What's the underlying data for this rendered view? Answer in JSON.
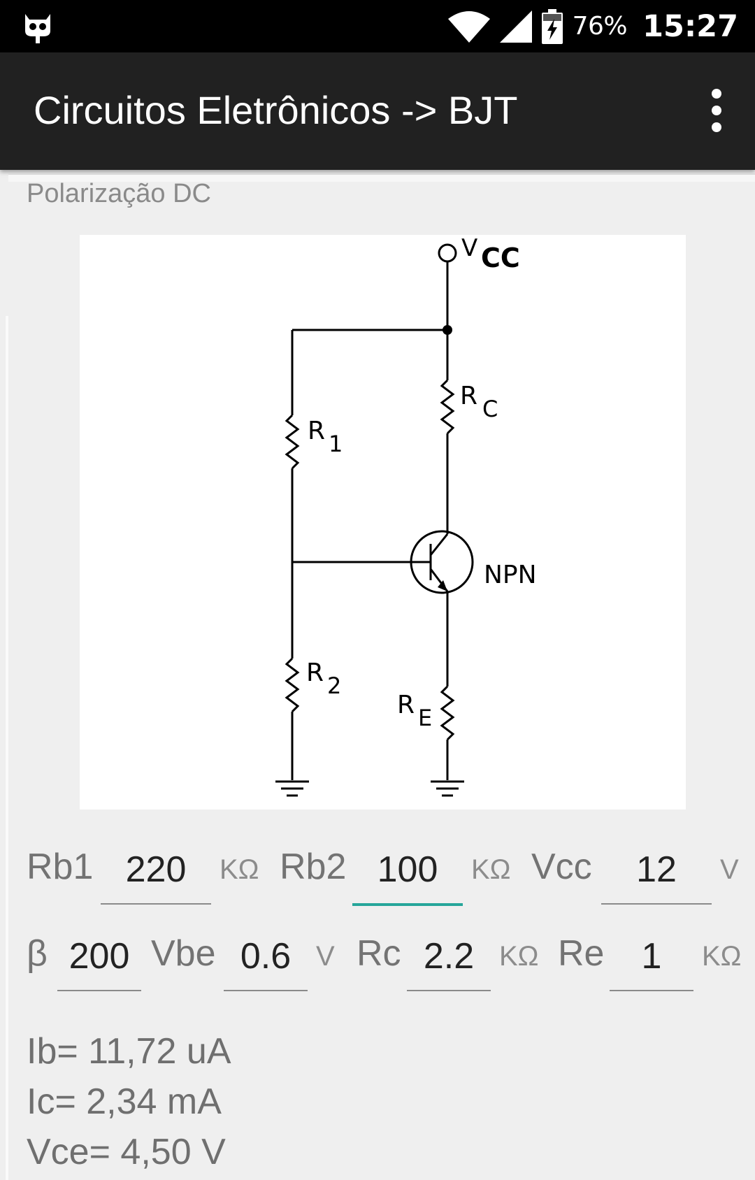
{
  "status_bar": {
    "battery_pct": "76%",
    "time": "15:27"
  },
  "app_bar": {
    "title": "Circuitos Eletrônicos -> BJT",
    "menu_icon": "overflow-menu-icon"
  },
  "section_label": "Polarização DC",
  "diagram": {
    "vcc": {
      "main": "V",
      "sub": "CC"
    },
    "rc": {
      "main": "R",
      "sub": "C"
    },
    "r1": {
      "main": "R",
      "sub": "1"
    },
    "r2": {
      "main": "R",
      "sub": "2"
    },
    "re": {
      "main": "R",
      "sub": "E"
    },
    "transistor": "NPN"
  },
  "inputs_row1": {
    "rb1": {
      "label": "Rb1",
      "value": "220",
      "unit": "KΩ"
    },
    "rb2": {
      "label": "Rb2",
      "value": "100",
      "unit": "KΩ"
    },
    "vcc": {
      "label": "Vcc",
      "value": "12",
      "unit": "V"
    }
  },
  "inputs_row2": {
    "beta": {
      "label": "β",
      "value": "200"
    },
    "vbe": {
      "label": "Vbe",
      "value": "0.6",
      "unit": "V"
    },
    "rc": {
      "label": "Rc",
      "value": "2.2",
      "unit": "KΩ"
    },
    "re": {
      "label": "Re",
      "value": "1",
      "unit": "KΩ"
    }
  },
  "results": {
    "ib": "Ib= 11,72 uA",
    "ic": "Ic= 2,34 mA",
    "vce": "Vce= 4,50 V"
  }
}
